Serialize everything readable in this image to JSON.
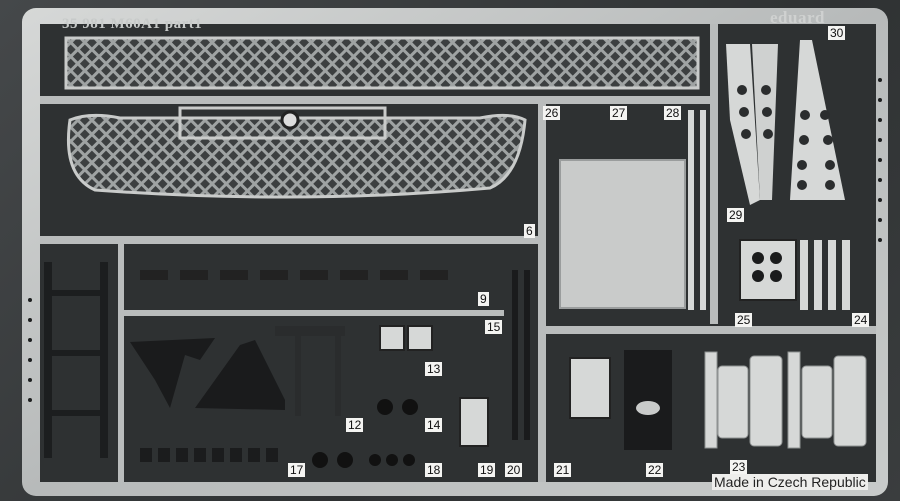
{
  "sheet": {
    "brand": "eduard",
    "title": "35 981 M60A1 part1",
    "footer": "Made in Czech Republic"
  },
  "part_numbers": [
    "6",
    "9",
    "12",
    "13",
    "14",
    "15",
    "17",
    "18",
    "19",
    "20",
    "21",
    "22",
    "23",
    "24",
    "25",
    "26",
    "27",
    "28",
    "29",
    "30"
  ],
  "colors": {
    "background": "#3a3d3e",
    "fret_metal": "#b9bcbc",
    "shadow": "#1b1d1e",
    "label_bg": "#f4f4f2"
  }
}
